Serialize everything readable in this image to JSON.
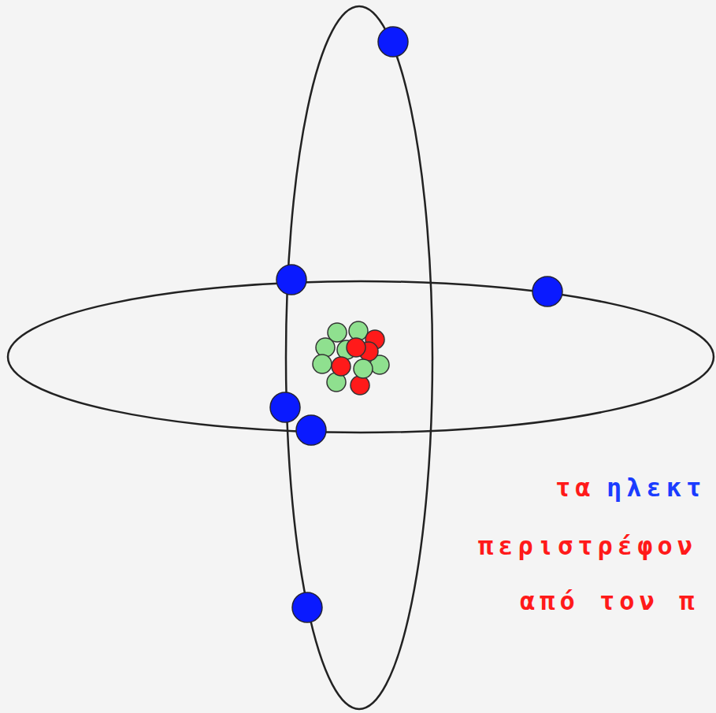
{
  "diagram": {
    "labels": [
      "τα",
      "ηλεκτ",
      "περιστρέφον",
      "από τον π"
    ]
  }
}
